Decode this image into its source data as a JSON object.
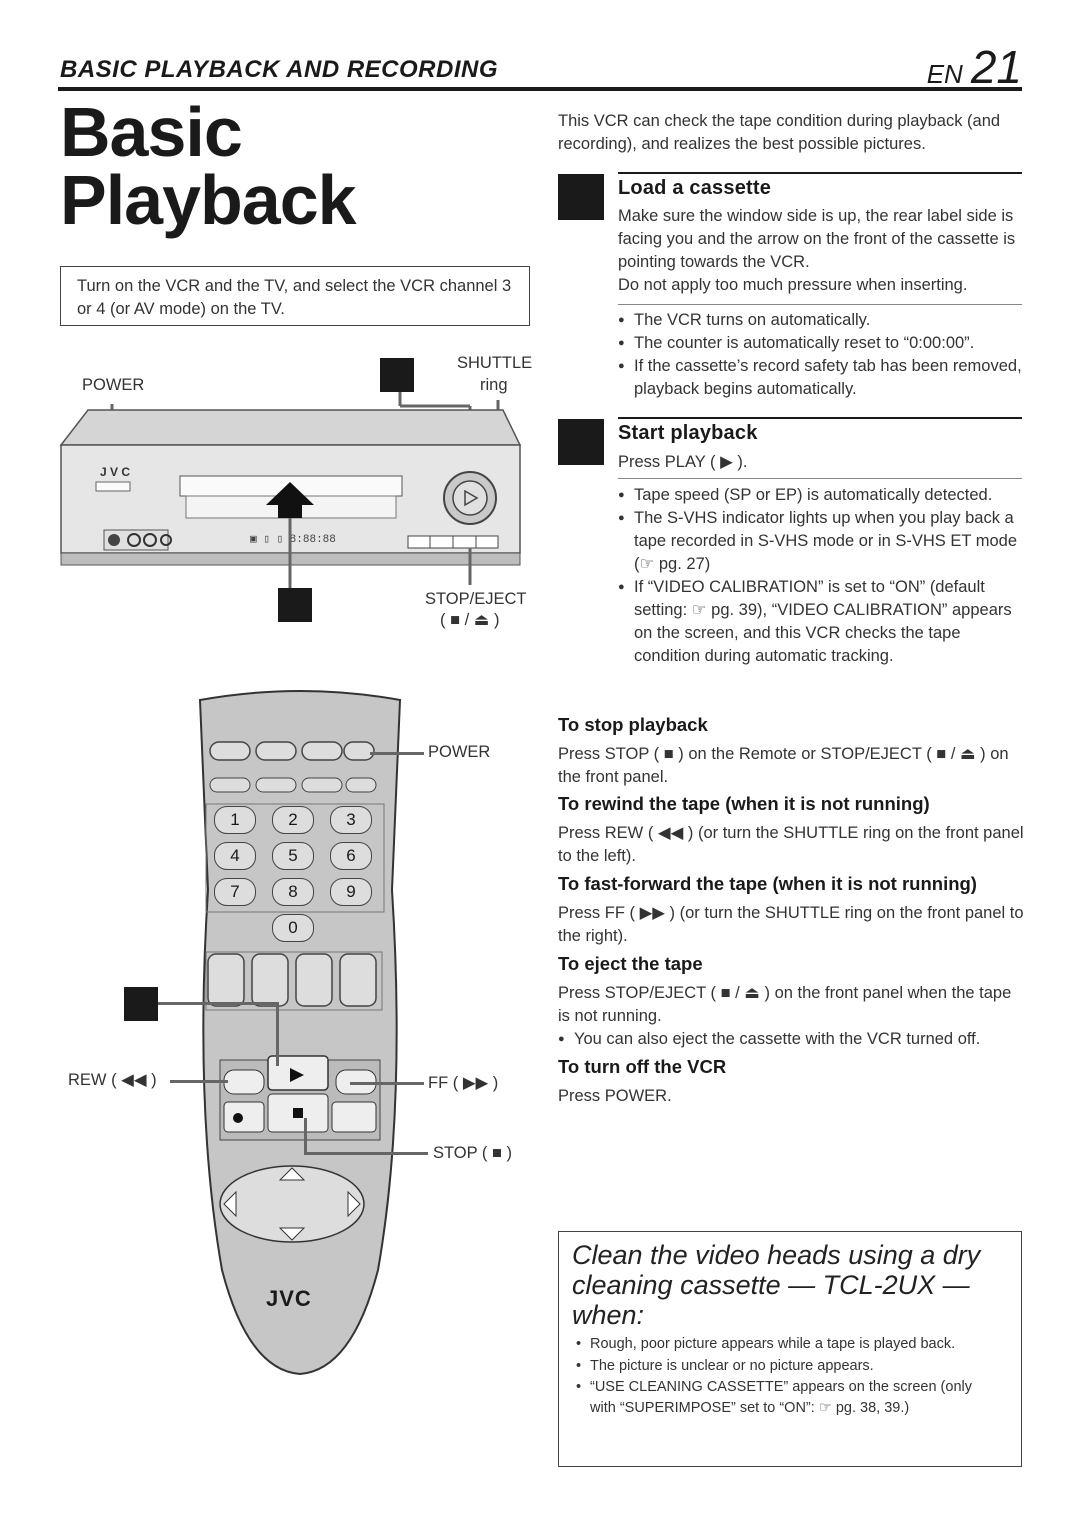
{
  "header": {
    "section_title": "BASIC PLAYBACK AND RECORDING",
    "lang": "EN",
    "page_number": "21"
  },
  "title": {
    "line1": "Basic",
    "line2": "Playback"
  },
  "intro_box": "Turn on the VCR and the TV, and select the VCR channel 3 or 4 (or AV mode) on the TV.",
  "right_intro": "This VCR can check the tape condition during playback (and recording), and realizes the best possible pictures.",
  "vcr_labels": {
    "power": "POWER",
    "shuttle": "SHUTTLE",
    "ring": "ring",
    "stop_eject": "STOP/EJECT",
    "stop_eject_sym": "( ■ / ⏏ )"
  },
  "remote_labels": {
    "power": "POWER",
    "rew": "REW ( ◀◀ )",
    "ff": "FF ( ▶▶ )",
    "stop": "STOP ( ■ )",
    "brand": "JVC",
    "keys": [
      "1",
      "2",
      "3",
      "4",
      "5",
      "6",
      "7",
      "8",
      "9",
      "0"
    ]
  },
  "steps": [
    {
      "title": "Load a cassette",
      "body": [
        "Make sure the window side is up, the rear label side is facing you and the arrow on the front of the cassette is pointing towards the VCR.",
        "Do not apply too much pressure when inserting."
      ],
      "bullets": [
        "The VCR turns on automatically.",
        "The counter is automatically reset to “0:00:00”.",
        "If the cassette’s record safety tab has been removed, playback begins automatically."
      ]
    },
    {
      "title": "Start playback",
      "body": [
        "Press PLAY ( ▶ )."
      ],
      "bullets": [
        "Tape speed (SP or EP) is automatically detected.",
        "The S-VHS indicator lights up when you play back a tape recorded in S-VHS mode or in S-VHS ET mode (☞ pg. 27)",
        "If “VIDEO CALIBRATION” is set to “ON” (default setting: ☞ pg. 39), “VIDEO CALIBRATION” appears on the screen, and this VCR checks the tape condition during automatic tracking."
      ]
    }
  ],
  "subsections": [
    {
      "title": "To stop playback",
      "text": "Press STOP ( ■ ) on the Remote or STOP/EJECT ( ■ / ⏏ ) on the front panel."
    },
    {
      "title": "To rewind the tape (when it is not running)",
      "text": "Press REW ( ◀◀ ) (or turn the SHUTTLE ring on the front panel to the left)."
    },
    {
      "title": "To fast-forward the tape (when it is not running)",
      "text": "Press FF ( ▶▶ ) (or turn the SHUTTLE ring on the front panel to the right)."
    },
    {
      "title": "To eject the tape",
      "text": "Press STOP/EJECT ( ■ / ⏏ ) on the front panel when the tape is not running.",
      "bullet": "You can also eject the cassette with the VCR turned off."
    },
    {
      "title": "To turn off the VCR",
      "text": "Press POWER."
    }
  ],
  "cleaning": {
    "title": "Clean the video heads using a dry cleaning cassette — TCL-2UX — when:",
    "items": [
      "Rough, poor picture appears while a tape is played back.",
      "The picture is unclear or no picture appears.",
      "“USE CLEANING CASSETTE” appears on the screen (only with “SUPERIMPOSE” set to “ON”: ☞ pg. 38, 39.)"
    ]
  }
}
